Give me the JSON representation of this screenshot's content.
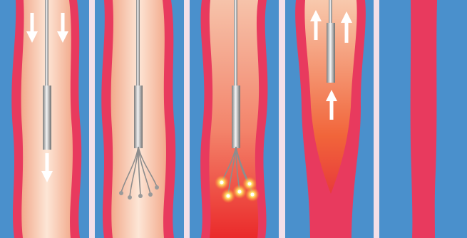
{
  "colors": {
    "background": "#4a90cc",
    "divider": "#f3dfe8",
    "vein_wall": "#e83a5e",
    "vein_interior_light": "#fbe1cf",
    "vein_interior_mid": "#f3b79d",
    "heated_red": "#ea2a2a",
    "catheter_light": "#f2f2f2",
    "catheter_dark": "#7a7a7a",
    "arrow": "#ffffff",
    "spark": "#ffd34a"
  },
  "panels": [
    {
      "step": 1,
      "arrows": [
        "down",
        "down",
        "down"
      ]
    },
    {
      "step": 2,
      "arrows": [],
      "probe_tines": "expanded"
    },
    {
      "step": 3,
      "arrows": [],
      "probe_tines": "energized"
    },
    {
      "step": 4,
      "arrows": [
        "up",
        "up",
        "up"
      ]
    },
    {
      "step": 5,
      "arrows": []
    }
  ]
}
